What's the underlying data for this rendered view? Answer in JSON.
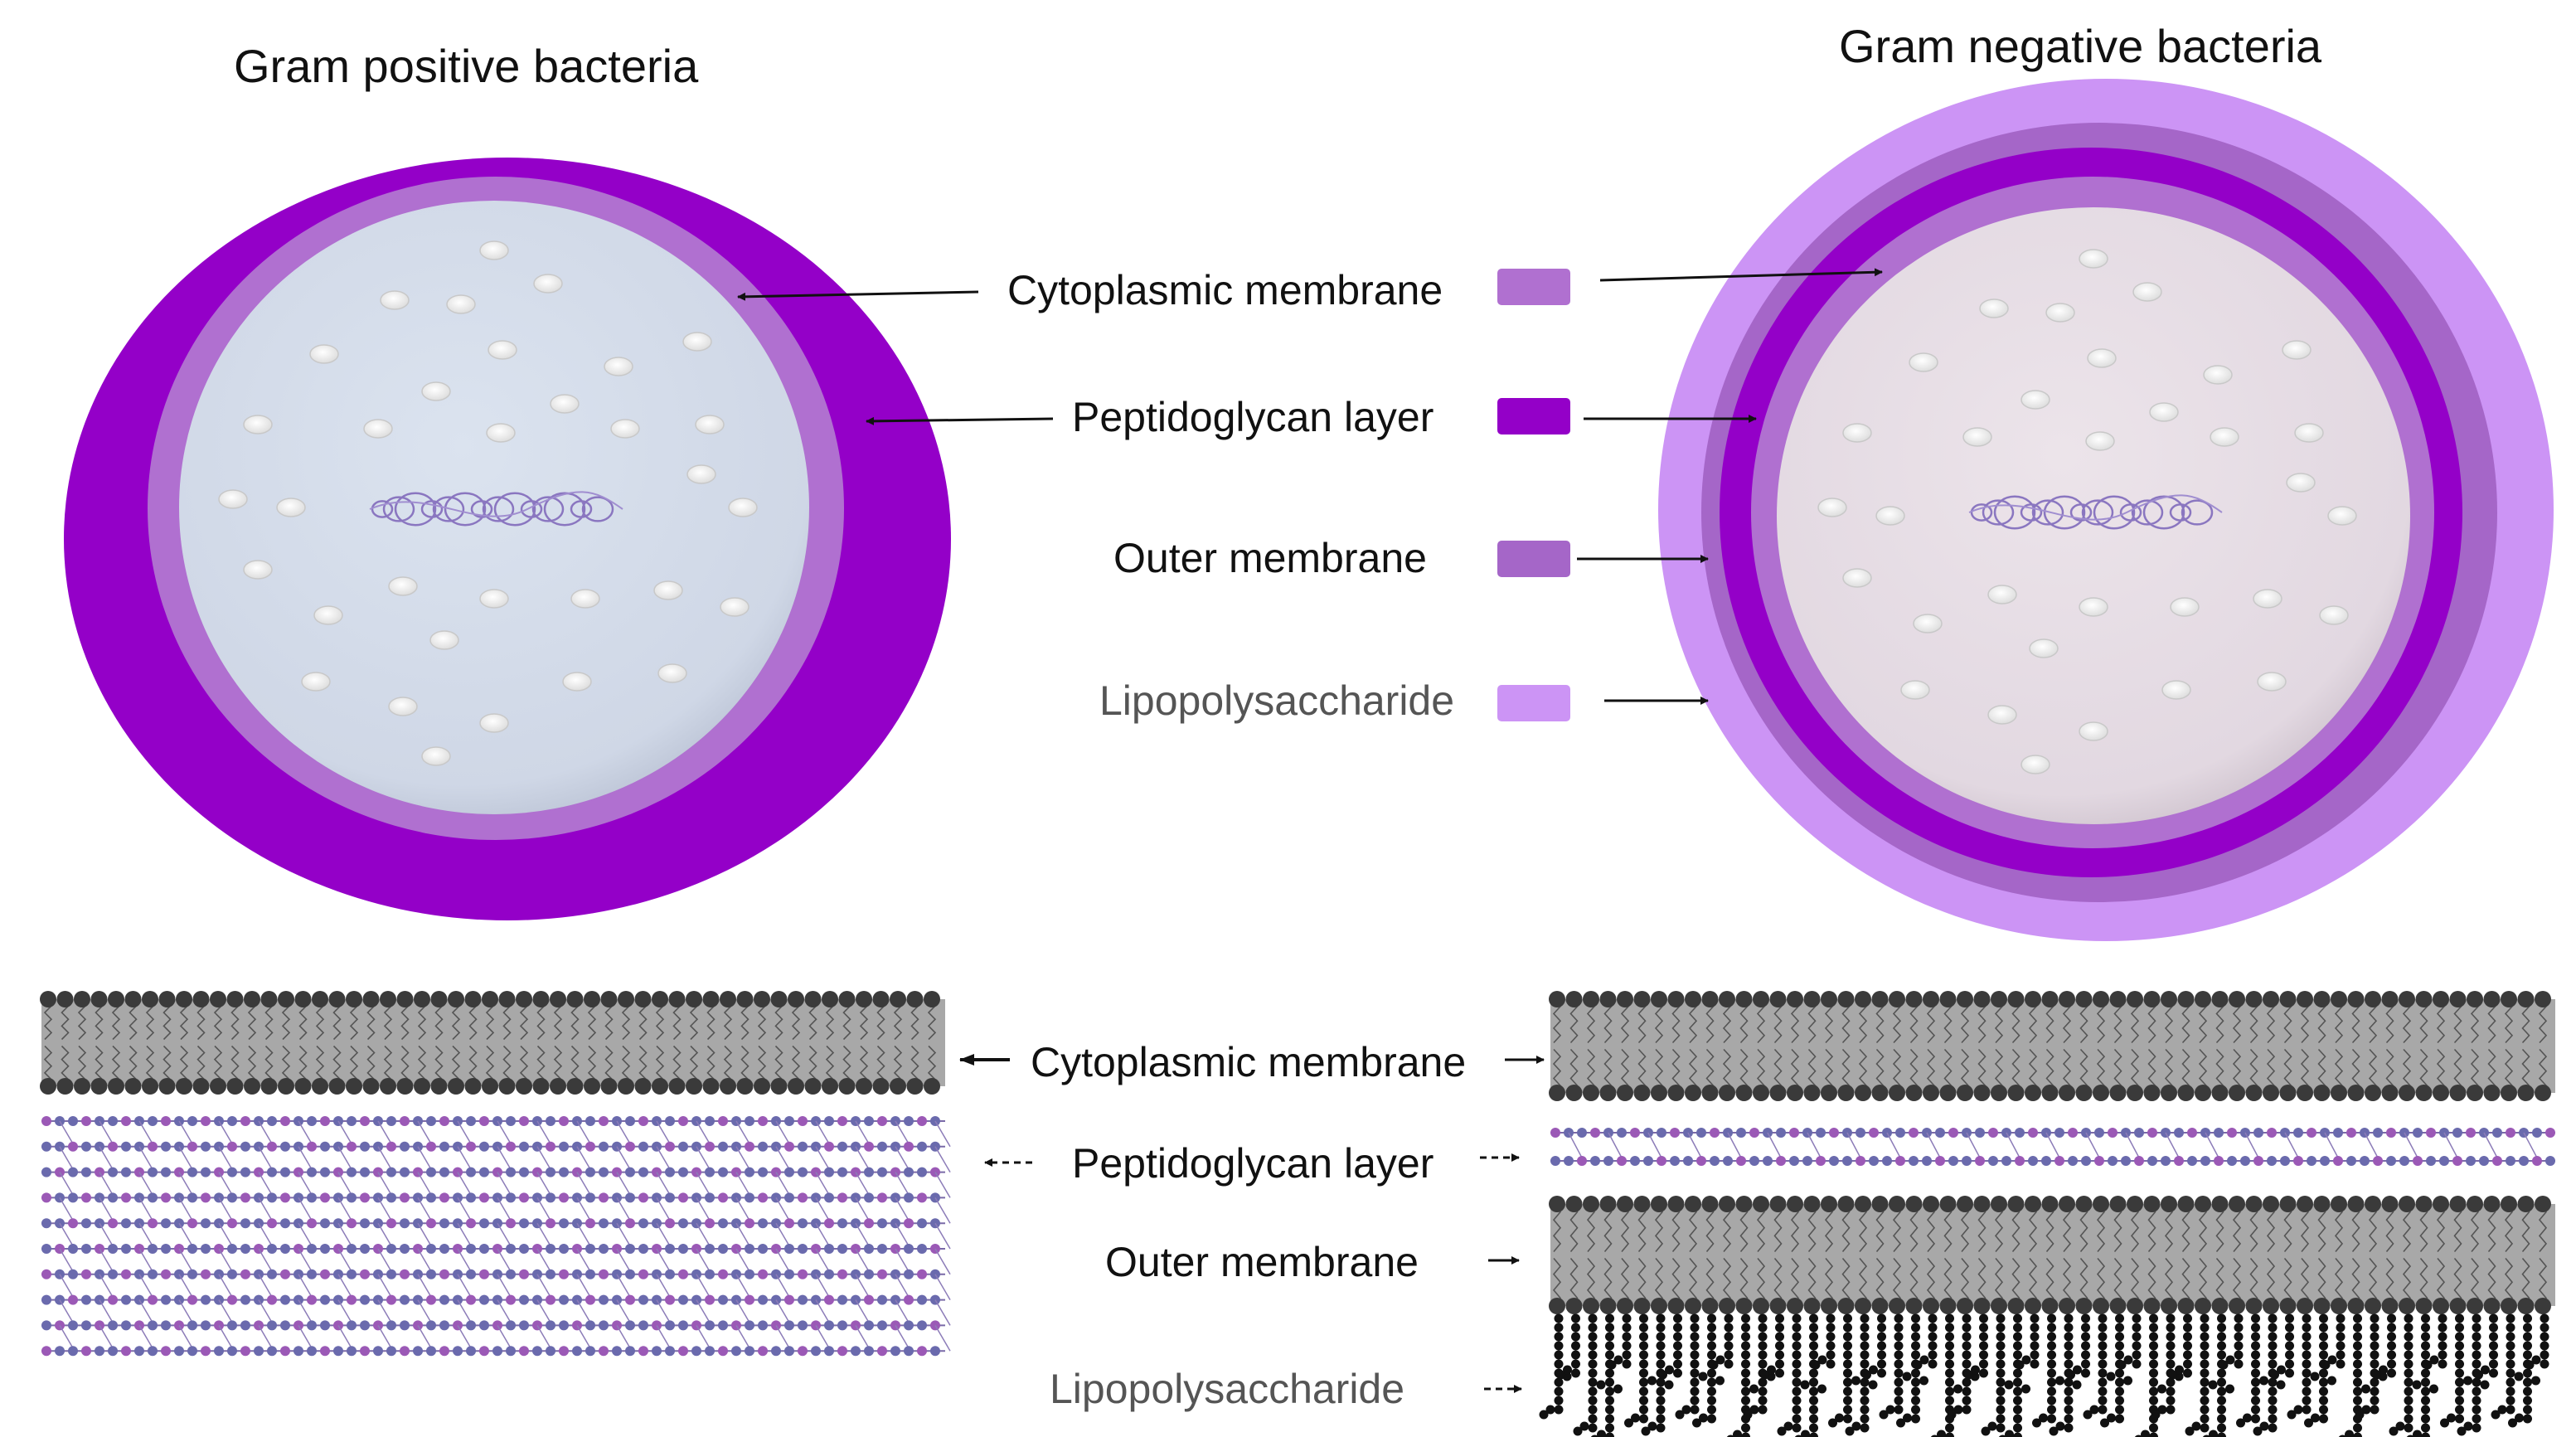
{
  "titles": {
    "gram_positive": "Gram positive bacteria",
    "gram_negative": "Gram negative bacteria"
  },
  "legend": [
    {
      "label": "Cytoplasmic membrane",
      "color": "#b070d0"
    },
    {
      "label": "Peptidoglycan layer",
      "color": "#9400c8"
    },
    {
      "label": "Outer membrane",
      "color": "#a566c8"
    },
    {
      "label": "Lipopolysaccharide",
      "color": "#cc94f5"
    }
  ],
  "membrane_labels": {
    "cytoplasmic": "Cytoplasmic membrane",
    "peptidoglycan": "Peptidoglycan layer",
    "outer": "Outer membrane",
    "lps": "Lipopolysaccharide"
  },
  "colors": {
    "peptidoglycan": "#9400c8",
    "cytoplasmic": "#b070d0",
    "outer": "#a566c8",
    "lps": "#cc94f5",
    "cytoplasm_positive": "#d3dbe9",
    "cytoplasm_negative": "#e6dde5",
    "lipid_head": "#3a3a3a",
    "lipid_tail": "#777777",
    "pg_purple": "#9b59b6",
    "pg_blue": "#6a6aad",
    "lps_chain": "#111111",
    "arrow": "#111111"
  }
}
